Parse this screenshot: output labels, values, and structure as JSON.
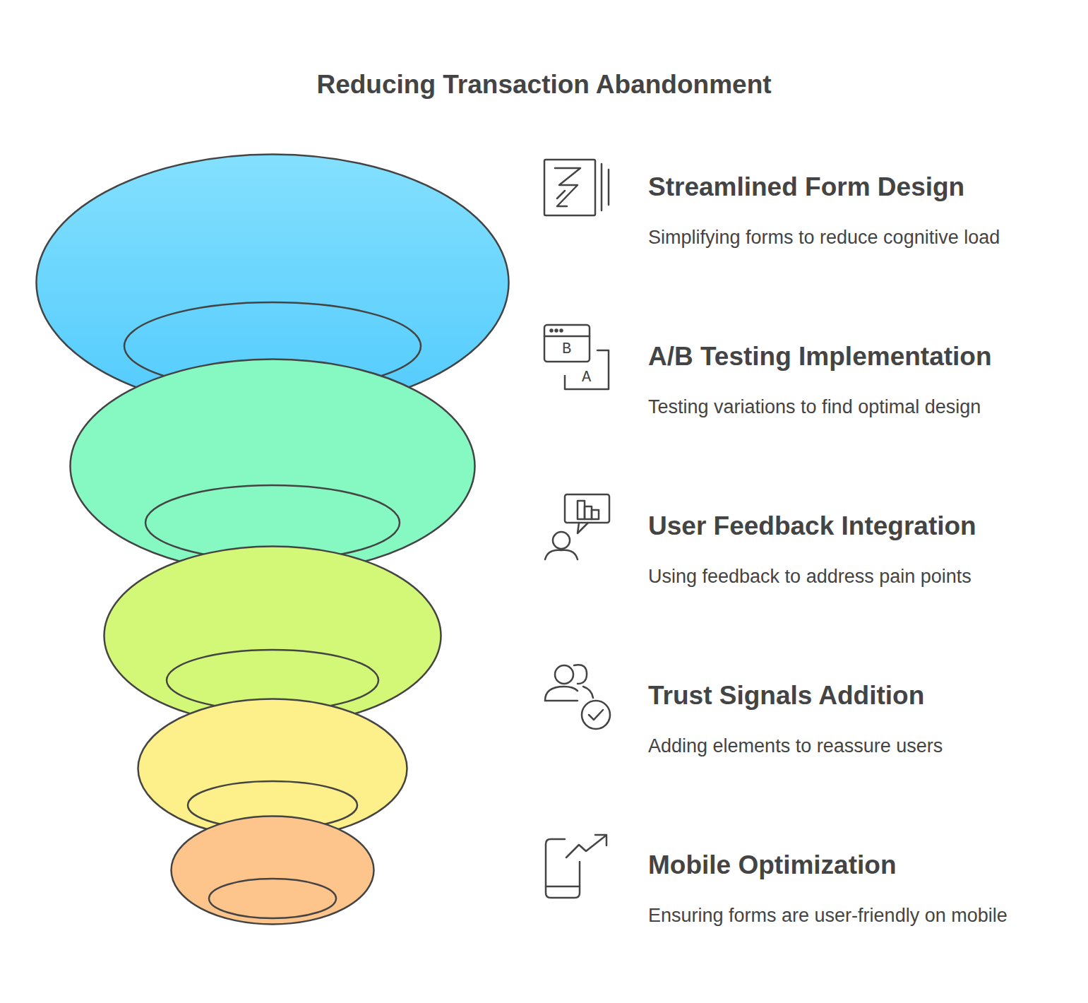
{
  "diagram": {
    "title": "Reducing Transaction Abandonment",
    "nodes": [
      {
        "text": [
          "Streamlined Form Design",
          "Simplifying forms to reduce cognitive load"
        ]
      },
      {
        "text": [
          "A/B Testing Implementation",
          "Testing variations to find optimal design"
        ]
      },
      {
        "text": [
          "User Feedback Integration",
          "Using feedback to address pain points"
        ]
      },
      {
        "text": [
          "Trust Signals Addition",
          "Adding elements to reassure users"
        ]
      },
      {
        "text": [
          "Mobile Optimization",
          "Ensuring forms are user-friendly on mobile"
        ]
      }
    ],
    "labels": [
      "B",
      "A"
    ]
  }
}
